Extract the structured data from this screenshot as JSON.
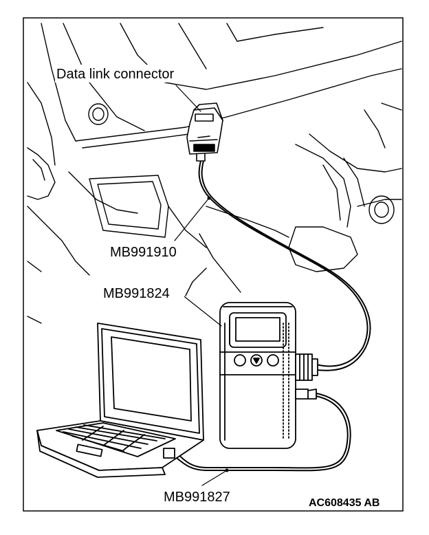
{
  "labels": {
    "data_link_connector": "Data link connector",
    "cable_1": "MB991910",
    "device": "MB991824",
    "cable_2": "MB991827",
    "figure_code": "AC608435 AB"
  },
  "icons": {
    "device_button_left": "esc-button-icon",
    "device_button_mid": "down-arrow-button-icon",
    "device_button_right": "enter-button-icon"
  }
}
